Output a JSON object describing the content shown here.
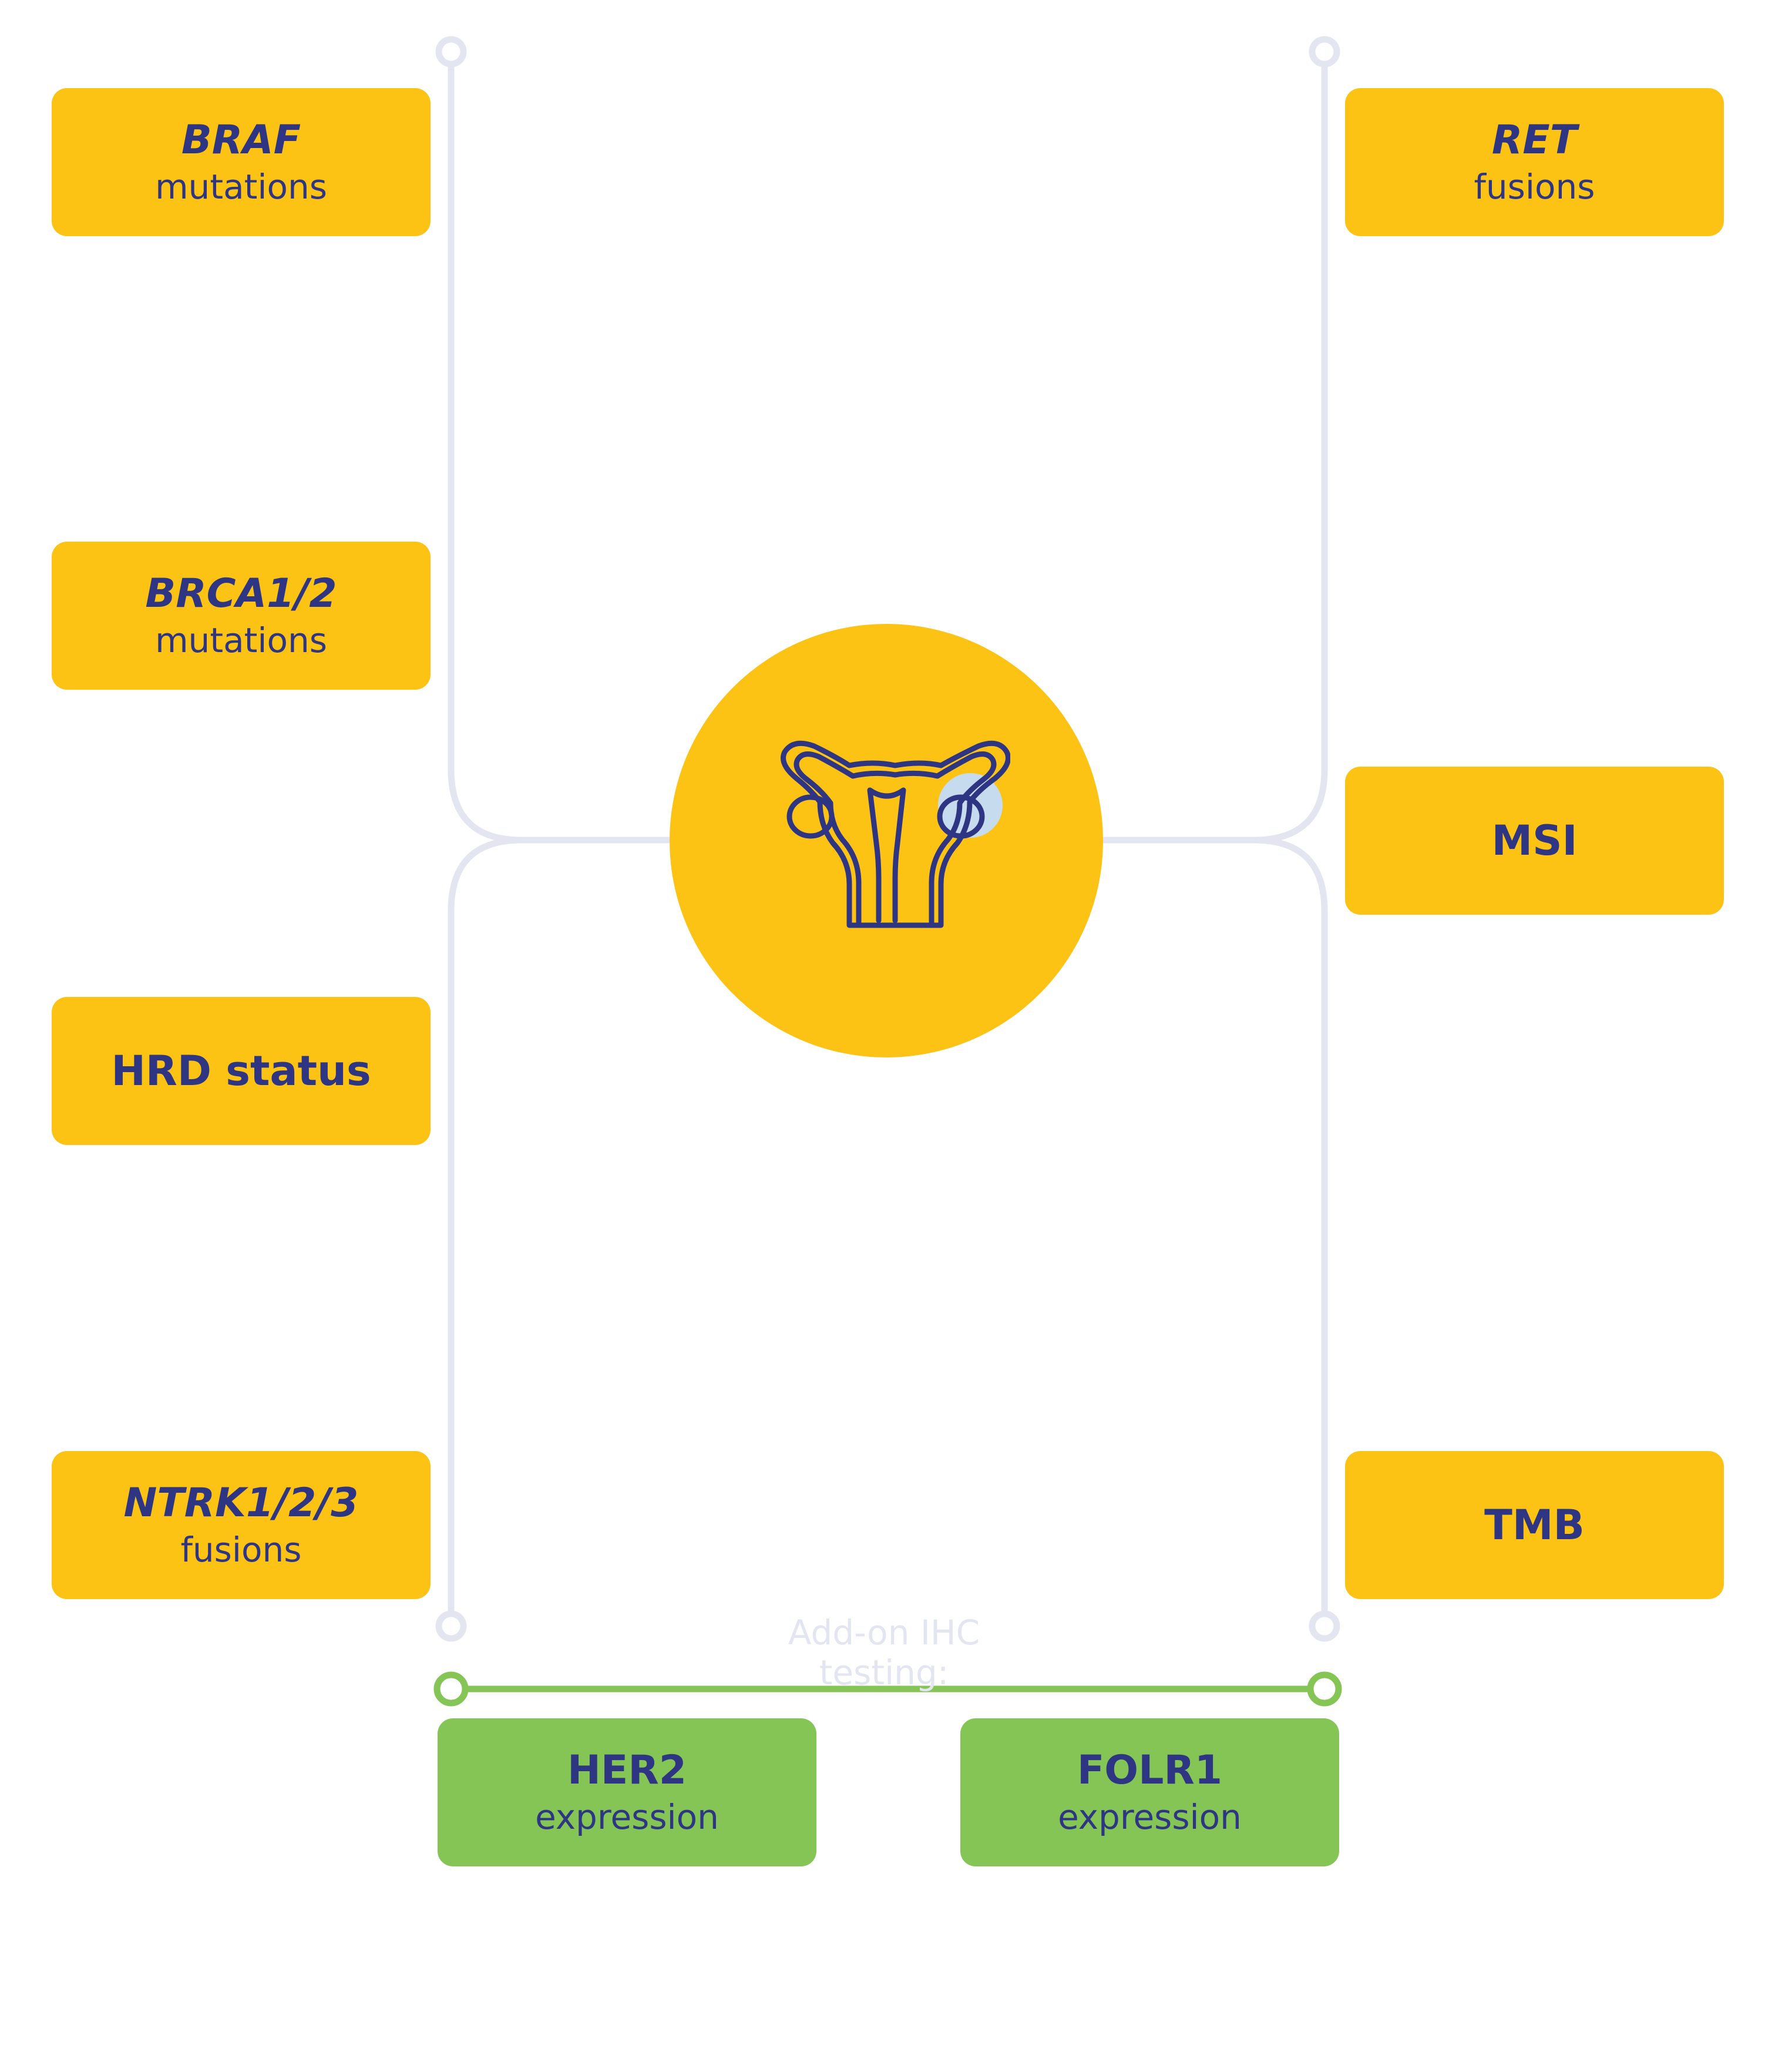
{
  "colors": {
    "box_yellow": "#fcc214",
    "box_green": "#84c555",
    "text_navy": "#2e3582",
    "connector_gray": "#e3e6f1",
    "connector_green": "#84c555",
    "ovary_highlight": "#c7dbee"
  },
  "center": {
    "icon": "uterus-icon"
  },
  "left_boxes": [
    {
      "line1": "BRAF",
      "line2": "mutations"
    },
    {
      "line1": "BRCA1/2",
      "line2": "mutations"
    },
    {
      "line1": "HRD status",
      "line2": ""
    },
    {
      "line1": "NTRK1/2/3",
      "line2": "fusions"
    }
  ],
  "right_boxes": [
    {
      "line1": "RET",
      "line2": "fusions"
    },
    {
      "line1": "MSI",
      "line2": ""
    },
    {
      "line1": "TMB",
      "line2": ""
    }
  ],
  "addon": {
    "label": "Add-on IHC testing:",
    "boxes": [
      {
        "line1": "HER2",
        "line2": "expression"
      },
      {
        "line1": "FOLR1",
        "line2": "expression"
      }
    ]
  }
}
